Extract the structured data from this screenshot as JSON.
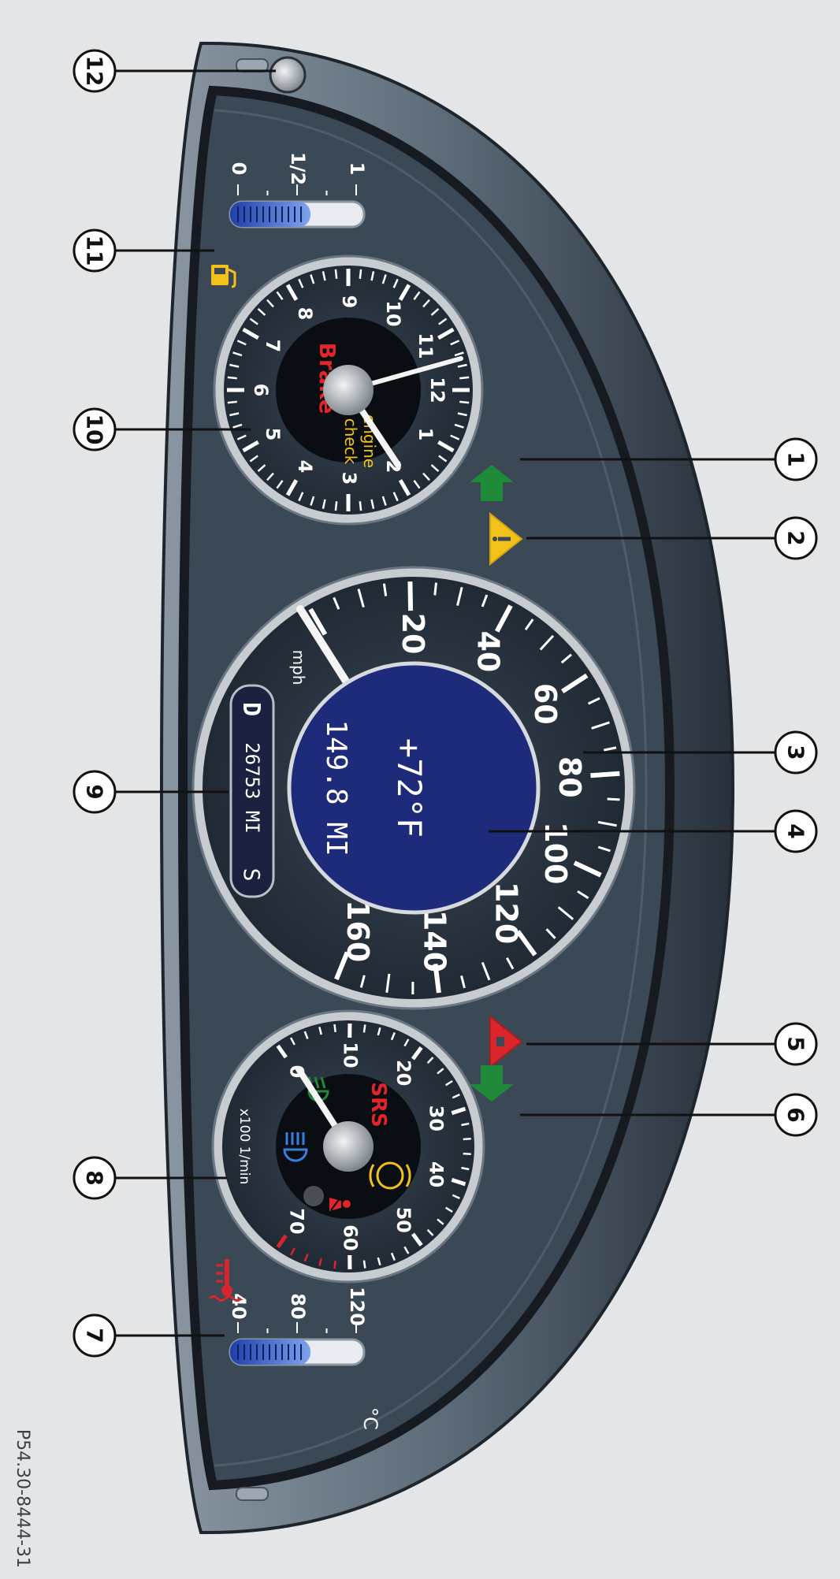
{
  "speedometer": {
    "unit": "mph",
    "labels": [
      "20",
      "40",
      "60",
      "80",
      "100",
      "120",
      "140",
      "160"
    ],
    "display": {
      "temperature": "+72°F",
      "trip": "149.8 MI"
    }
  },
  "odometer": {
    "gear": "D",
    "mileage": "26753 MI",
    "mode": "S"
  },
  "clock": {
    "labels": [
      "1",
      "2",
      "3",
      "4",
      "5",
      "6",
      "7",
      "8",
      "9",
      "10",
      "11",
      "12"
    ],
    "brake": "Brake",
    "check_engine_1": "check",
    "check_engine_2": "engine"
  },
  "tachometer": {
    "labels": [
      "0",
      "10",
      "20",
      "30",
      "40",
      "50",
      "60",
      "70"
    ],
    "unit": "x100 1/min",
    "srs": "SRS"
  },
  "fuel_gauge": {
    "labels": [
      "0",
      "1/2",
      "1"
    ],
    "fill_fraction": 0.6
  },
  "coolant_gauge": {
    "labels": [
      "40",
      "80",
      "120"
    ],
    "unit": "°C",
    "fill_fraction": 0.6
  },
  "callouts": [
    "1",
    "2",
    "3",
    "4",
    "5",
    "6",
    "7",
    "8",
    "9",
    "10",
    "11",
    "12"
  ],
  "figure_code": "P54.30-8444-31",
  "colors": {
    "panel": "#3b4855",
    "gauge_face": "#2f3c49",
    "display_blue": "#1e2a7a",
    "green": "#1f8a3a",
    "yellow": "#f2c21a",
    "red": "#d8262a",
    "light_blue": "#3a7ee0"
  }
}
